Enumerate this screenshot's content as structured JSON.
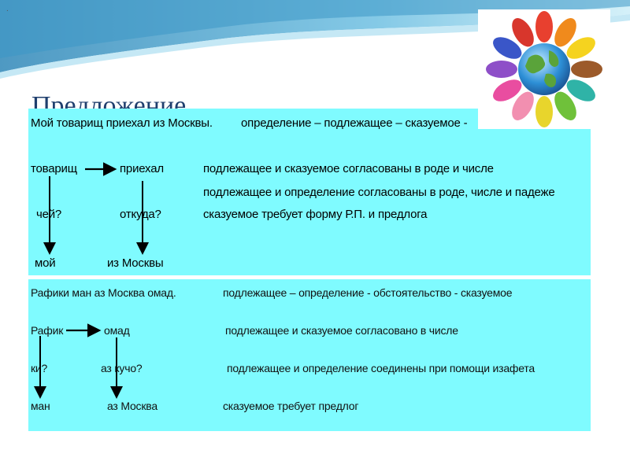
{
  "header": {
    "mark": "."
  },
  "slide_title": "Предложение",
  "panel1": {
    "sentence": "Мой товарищ приехал из Москвы.",
    "order": "определение – подлежащее – сказуемое -",
    "w_subject": "товарищ",
    "w_verb": "приехал",
    "q_whose": "чей?",
    "q_from_where": "откуда?",
    "a_my": "мой",
    "a_from_moscow": "из Москвы",
    "rule_1": "подлежащее и сказуемое согласованы в роде и числе",
    "rule_2": "подлежащее и определение согласованы в роде, числе и падеже",
    "rule_3": "сказуемое требует форму Р.П. и предлога"
  },
  "panel2": {
    "sentence": "Рафики ман аз Москва омад.",
    "order": "подлежащее – определение - обстоятельство - сказуемое",
    "w_subject": "Рафик",
    "w_verb": "омад",
    "q_whose": "ки?",
    "q_from_where": "аз кучо?",
    "a_my": "ман",
    "a_from_moscow": "аз Москва",
    "rule_1": "подлежащее и сказуемое согласовано в числе",
    "rule_2": "подлежащее и определение соединены при помощи изафета",
    "rule_3": "сказуемое требует предлог"
  },
  "colors": {
    "panel_bg": "#7ffbff",
    "title": "#1f3f6e",
    "wave_dark": "#3d97c6",
    "wave_light": "#bfe6f4"
  },
  "logo": {
    "icon": "hands-around-globe-icon"
  }
}
